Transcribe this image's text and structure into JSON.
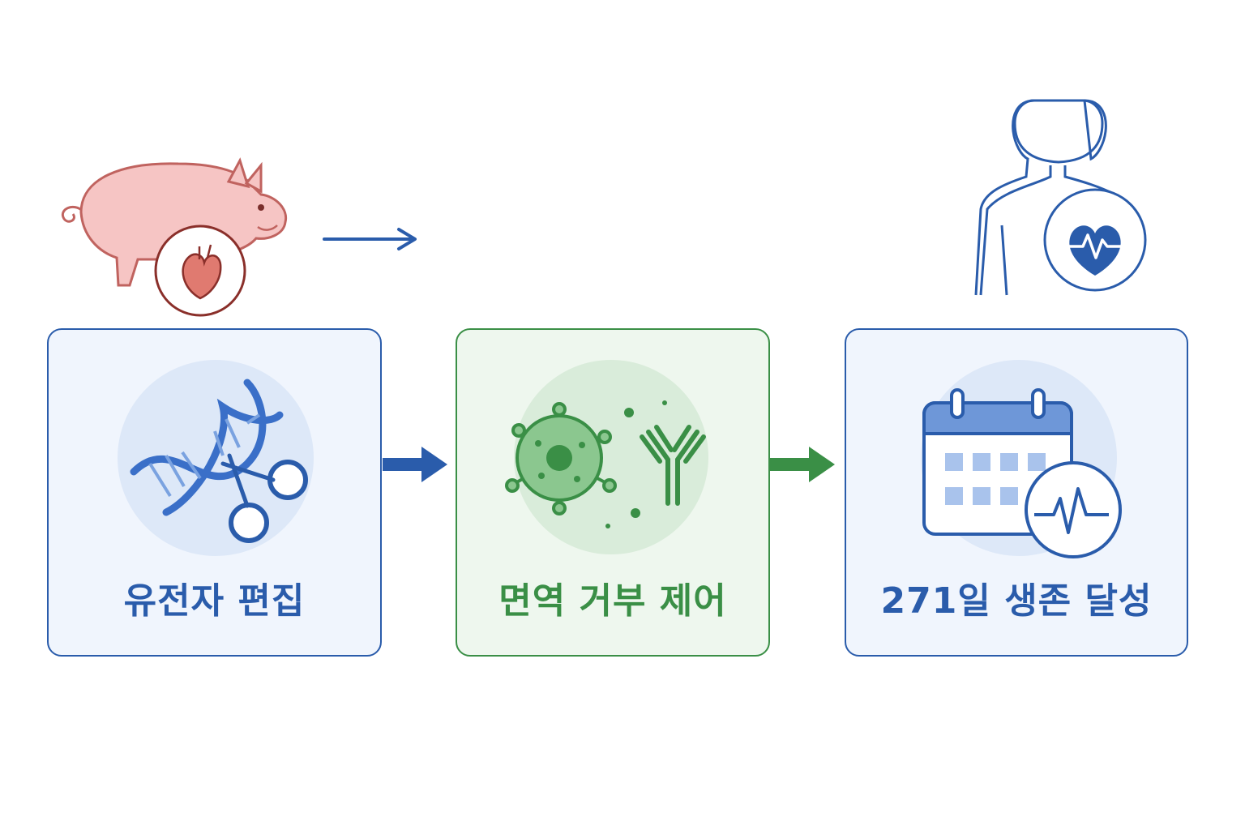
{
  "colors": {
    "blue": "#2a5cab",
    "blue_light": "#f0f5fd",
    "green": "#3a8f46",
    "green_light": "#eef7ee",
    "pig_pink": "#f6c5c4",
    "heart_red": "#e07a70"
  },
  "steps": [
    {
      "label": "유전자 편집",
      "icon": "dna-scissors-icon",
      "theme": "blue"
    },
    {
      "label": "면역 거부 제어",
      "icon": "virus-antibody-icon",
      "theme": "green"
    },
    {
      "label": "271일 생존 달성",
      "icon": "calendar-heartbeat-icon",
      "theme": "blue"
    }
  ],
  "source_icon": "pig-heart-icon",
  "target_icon": "human-heart-icon"
}
